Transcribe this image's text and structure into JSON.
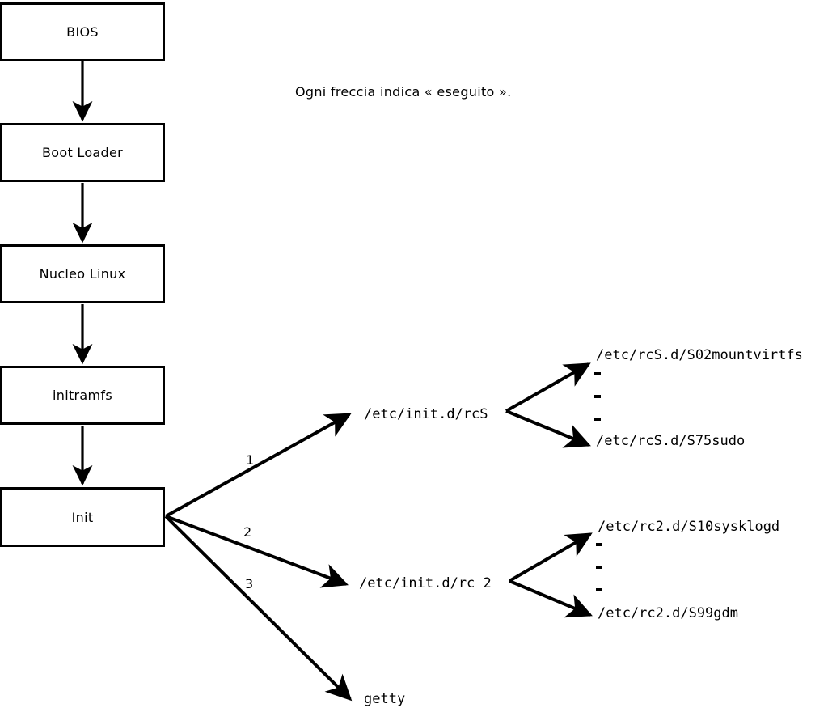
{
  "diagram": {
    "caption": "Ogni freccia indica « eseguito ».",
    "boot_chain": [
      {
        "label": "BIOS"
      },
      {
        "label": "Boot Loader"
      },
      {
        "label": "Nucleo Linux"
      },
      {
        "label": "initramfs"
      },
      {
        "label": "Init"
      }
    ],
    "init_branches": [
      {
        "number": "1",
        "target": "/etc/init.d/rcS"
      },
      {
        "number": "2",
        "target": "/etc/init.d/rc 2"
      },
      {
        "number": "3",
        "target": "getty"
      }
    ],
    "rcs_scripts": {
      "first": "/etc/rcS.d/S02mountvirtfs",
      "ellipsis": "vertical-ellipsis",
      "last": "/etc/rcS.d/S75sudo"
    },
    "rc2_scripts": {
      "first": "/etc/rc2.d/S10sysklogd",
      "ellipsis": "vertical-ellipsis",
      "last": "/etc/rc2.d/S99gdm"
    },
    "colors": {
      "stroke": "#000000",
      "fill": "#ffffff",
      "text": "#000000"
    }
  }
}
